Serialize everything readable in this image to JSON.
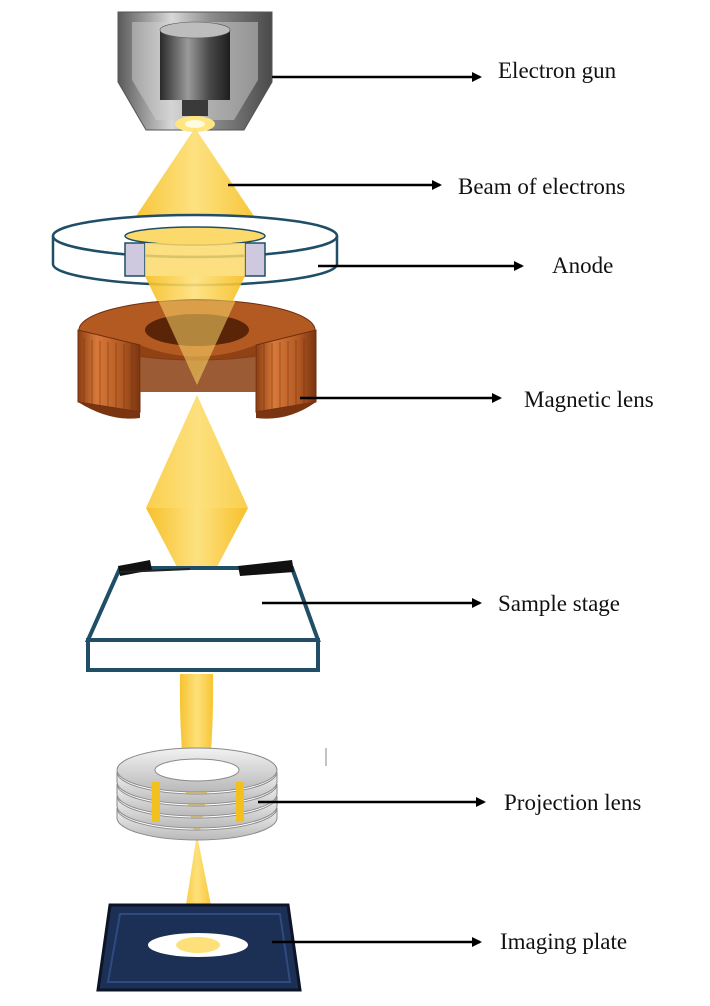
{
  "labels": {
    "electron_gun": "Electron gun",
    "beam": "Beam of electrons",
    "anode": "Anode",
    "magnetic_lens": "Magnetic lens",
    "sample_stage": "Sample stage",
    "projection_lens": "Projection lens",
    "imaging_plate": "Imaging plate"
  },
  "colors": {
    "beam": "#f7c531",
    "beam_light": "#fbd96a",
    "coil": "#c0642a",
    "coil_dark": "#8a3e12",
    "frame": "#1f4e66",
    "plate": "#1c2f55",
    "gun_metal": "#9a9a9a"
  }
}
